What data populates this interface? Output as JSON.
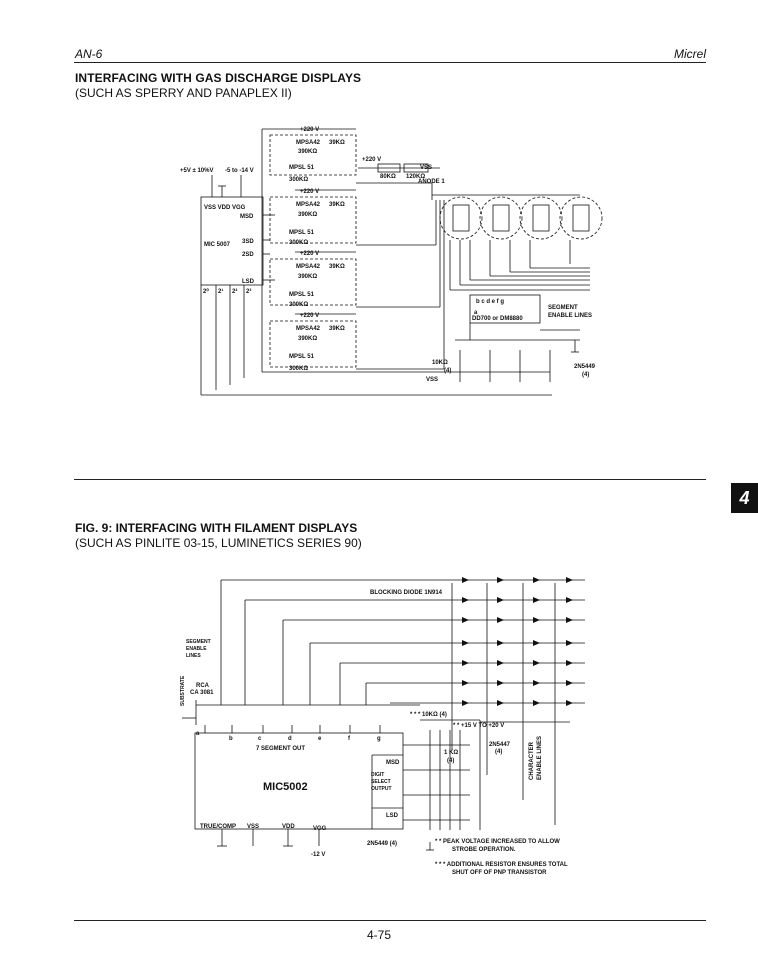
{
  "header": {
    "left": "AN-6",
    "right": "Micrel"
  },
  "section_tab": "4",
  "section1": {
    "title": "INTERFACING WITH GAS DISCHARGE DISPLAYS",
    "subtitle": "(SUCH AS SPERRY AND PANAPLEX II)",
    "diagram": {
      "supplies": [
        "+5V ± 10%V",
        "-5 to -14 V"
      ],
      "ic_pins_top": "VSS VDD VGG",
      "ic_name": "MIC 5007",
      "ic_pins_right": [
        "MSD",
        "3SD",
        "2SD",
        "LSD"
      ],
      "ic_pins_bottom": [
        "2⁰",
        "2¹",
        "2²",
        "2³"
      ],
      "driver_v": "+220 V",
      "driver_npn": "MPSA42",
      "driver_pnp": "MPSL 51",
      "r_39k": "39KΩ",
      "r_390k": "390KΩ",
      "r_300k": "300KΩ",
      "anode_supply": "+220 V",
      "r_80k": "80KΩ",
      "r_120k": "120KΩ",
      "vss": "VSS",
      "anode_label": "ANODE 1",
      "segments": "b c d e f g",
      "seg_a": "a",
      "decoder": "DD700 or DM8880",
      "segment_enable": [
        "SEGMENT",
        "ENABLE LINES"
      ],
      "r_10k": "10KΩ",
      "r_10k_qty": "(4)",
      "transistor": "2N5449",
      "transistor_qty": "(4)"
    }
  },
  "section2": {
    "title": "FIG. 9: INTERFACING WITH FILAMENT DISPLAYS",
    "subtitle": "(SUCH AS PINLITE 03-15, LUMINETICS SERIES 90)",
    "diagram": {
      "blocking_diode": "BLOCKING DIODE 1N914",
      "segment_enable": [
        "SEGMENT",
        "ENABLE",
        "LINES"
      ],
      "rca": [
        "RCA",
        "CA 3081"
      ],
      "substrate": "SUBSTRATE",
      "resistor_note": "* * * 10KΩ (4)",
      "supply": "* * +15 V  TO +20 V",
      "pins": [
        "a",
        "b",
        "c",
        "d",
        "e",
        "f",
        "g"
      ],
      "seven_seg": "7 SEGMENT OUT",
      "ic_name": "MIC5002",
      "msd": "MSD",
      "digit_select": [
        "DIGIT",
        "SELECT",
        "OUTPUT"
      ],
      "lsd": "LSD",
      "bottom_pins": [
        "TRUE/COMP",
        "VSS",
        "VDD",
        "VGG"
      ],
      "neg12": "-12 V",
      "pnp": "2N5447",
      "pnp_qty": "(4)",
      "r_1k": "1 KΩ",
      "r_1k_qty": "(4)",
      "char_enable": [
        "CHARACTER",
        "ENABLE LINES"
      ],
      "npn": "2N5449 (4)",
      "note1": [
        "* *  PEAK VOLTAGE INCREASED TO ALLOW",
        "STROBE OPERATION."
      ],
      "note2": [
        "* * *  ADDITIONAL RESISTOR ENSURES TOTAL",
        "SHUT OFF OF PNP TRANSISTOR"
      ]
    }
  },
  "page_number": "4-75"
}
